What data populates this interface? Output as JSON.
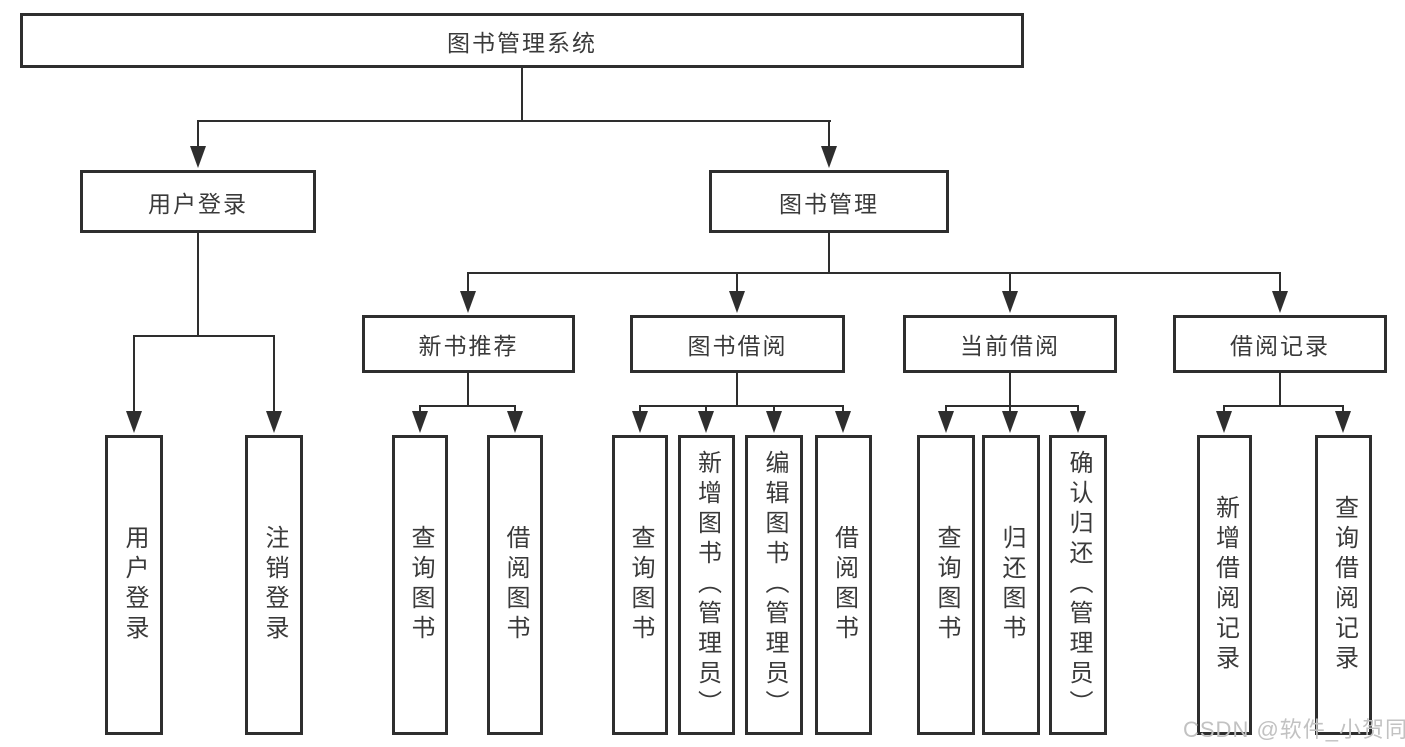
{
  "diagram_title": "图书管理系统",
  "root": {
    "label": "图书管理系统"
  },
  "branches": {
    "user_login": {
      "label": "用户登录",
      "children": [
        "用户登录",
        "注销登录"
      ]
    },
    "book_mgmt": {
      "label": "图书管理",
      "sub": {
        "new_book_rec": {
          "label": "新书推荐",
          "children": [
            "查询图书",
            "借阅图书"
          ]
        },
        "book_borrow": {
          "label": "图书借阅",
          "children": [
            "查询图书",
            "新增图书（管理员）",
            "编辑图书（管理员）",
            "借阅图书"
          ]
        },
        "current_borrow": {
          "label": "当前借阅",
          "children": [
            "查询图书",
            "归还图书",
            "确认归还（管理员）"
          ]
        },
        "borrow_records": {
          "label": "借阅记录",
          "children": [
            "新增借阅记录",
            "查询借阅记录"
          ]
        }
      }
    }
  },
  "watermark": "CSDN @软件_小贺同学",
  "colors": {
    "line": "#2e2e2e",
    "text": "#3a3a3a",
    "watermark": "#c2c2c2",
    "background": "#ffffff"
  }
}
